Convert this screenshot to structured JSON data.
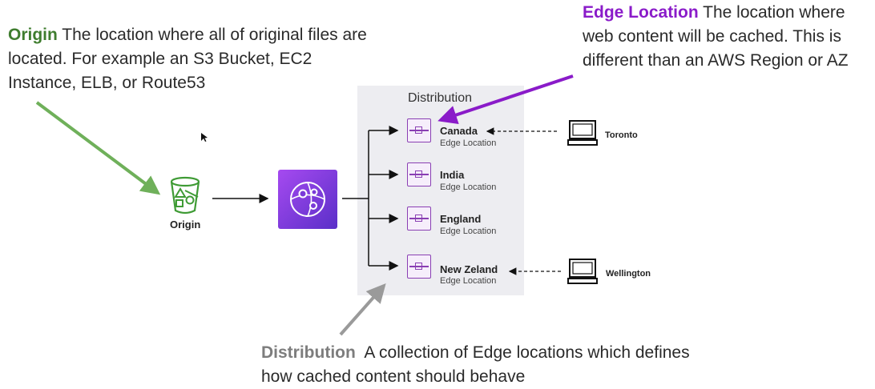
{
  "callouts": {
    "origin": {
      "keyword": "Origin",
      "text": " The location where all of original files are located. For example an S3 Bucket, EC2 Instance, ELB, or Route53",
      "color": "#3f7d2f"
    },
    "edge": {
      "keyword": "Edge Location",
      "text": " The location where web content will be cached. This is different than an AWS Region or AZ",
      "color": "#8a1bc9"
    },
    "distribution": {
      "keyword": "Distribution",
      "text": "  A collection of Edge locations which defines how cached content should behave",
      "color": "#7d7d7d"
    }
  },
  "diagram": {
    "origin_label": "Origin",
    "distribution_title": "Distribution",
    "edge_locations": [
      {
        "name": "Canada",
        "sub": "Edge Location"
      },
      {
        "name": "India",
        "sub": "Edge Location"
      },
      {
        "name": "England",
        "sub": "Edge Location"
      },
      {
        "name": "New Zeland",
        "sub": "Edge Location"
      }
    ],
    "clients": [
      {
        "name": "Toronto"
      },
      {
        "name": "Wellington"
      }
    ]
  },
  "colors": {
    "origin_green": "#3f7d2f",
    "arrow_green": "#6fb05a",
    "edge_purple": "#8a1bc9",
    "arrow_grey": "#9a9a9a",
    "icon_purple": "#8a3fb3"
  }
}
